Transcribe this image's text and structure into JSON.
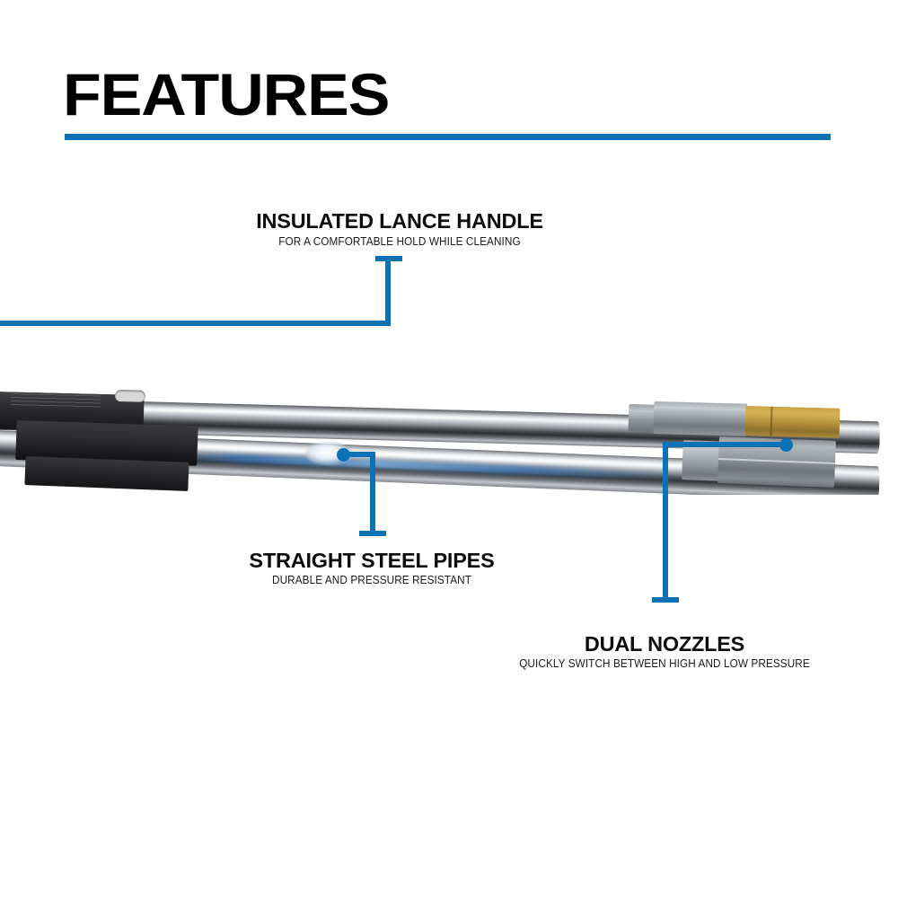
{
  "header": {
    "title": "FEATURES",
    "rule_color": "#0B72B5"
  },
  "theme": {
    "accent": "#0B72B5",
    "text": "#0d0d0d",
    "background": "#ffffff"
  },
  "callouts": [
    {
      "id": "insulated-lance-handle",
      "title": "INSULATED LANCE HANDLE",
      "subtitle": "FOR A COMFORTABLE HOLD WHILE CLEANING",
      "leader": "t-cap-top-vertical-then-horizontal-left"
    },
    {
      "id": "straight-steel-pipes",
      "title": "STRAIGHT STEEL PIPES",
      "subtitle": "DURABLE AND PRESSURE RESISTANT",
      "leader": "dot-left-horizontal-vertical-down-cap"
    },
    {
      "id": "dual-nozzles",
      "title": "DUAL NOZZLES",
      "subtitle": "QUICKLY SWITCH BETWEEN HIGH AND LOW PRESSURE",
      "leader": "dot-right-horizontal-left-vertical-down-cap"
    }
  ],
  "product": {
    "name": "dual-pipe-pressure-washer-lance",
    "parts": {
      "handle": "black-insulated-handle",
      "pipes": "twin-chrome-steel-pipes",
      "fittings": "hex-steel-couplers",
      "nozzle": "brass-nozzle-tip"
    }
  }
}
